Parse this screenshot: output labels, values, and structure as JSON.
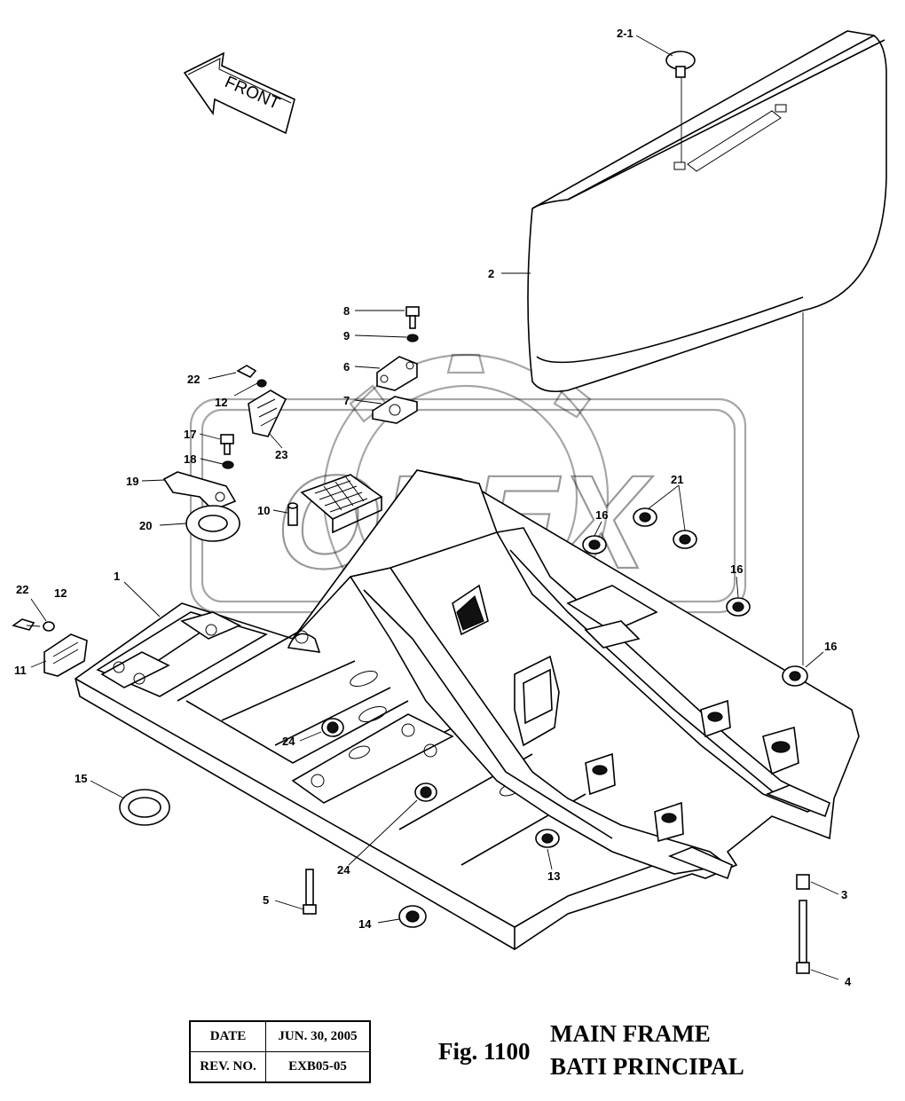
{
  "front_arrow": {
    "label": "FRONT"
  },
  "watermark": {
    "text": "OPEX"
  },
  "callouts": {
    "c2_1": "2-1",
    "c2": "2",
    "c8": "8",
    "c9": "9",
    "c6": "6",
    "c7": "7",
    "c22a": "22",
    "c12a": "12",
    "c23": "23",
    "c17": "17",
    "c18": "18",
    "c19": "19",
    "c20": "20",
    "c10": "10",
    "c21": "21",
    "c16a": "16",
    "c16b": "16",
    "c16c": "16",
    "c1": "1",
    "c22b": "22",
    "c12b": "12",
    "c11": "11",
    "c24a": "24",
    "c15": "15",
    "c24b": "24",
    "c13": "13",
    "c5": "5",
    "c14": "14",
    "c3": "3",
    "c4": "4"
  },
  "info_table": {
    "date_label": "DATE",
    "date_value": "JUN. 30, 2005",
    "rev_label": "REV. NO.",
    "rev_value": "EXB05-05"
  },
  "figure": {
    "number": "Fig. 1100",
    "title_en": "MAIN FRAME",
    "title_fr": "BATI PRINCIPAL"
  }
}
